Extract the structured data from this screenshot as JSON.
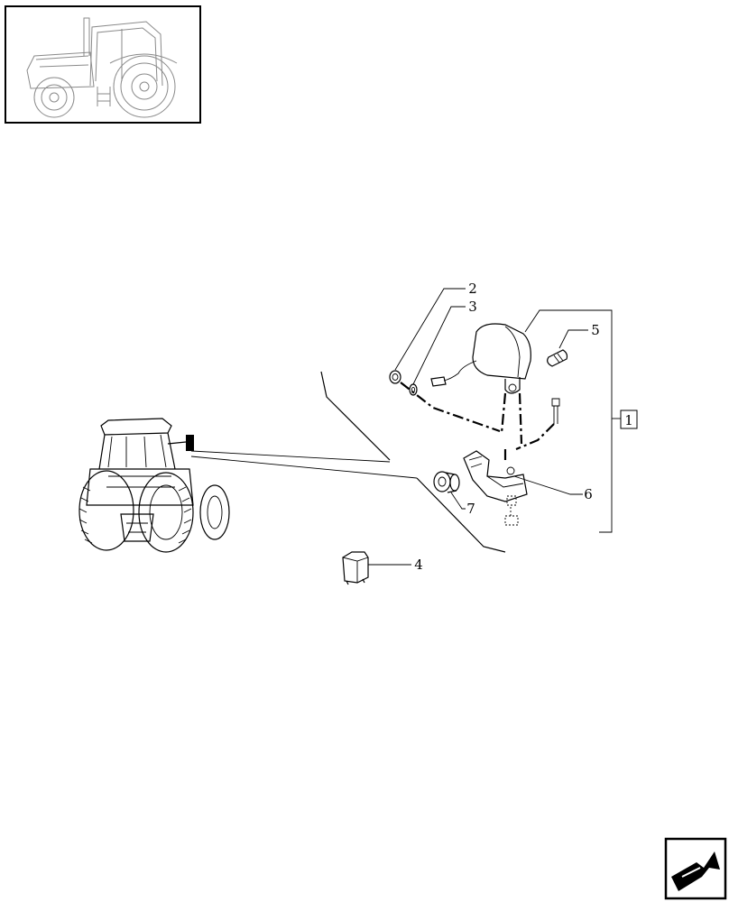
{
  "callouts": {
    "c1": "1",
    "c2": "2",
    "c3": "3",
    "c4": "4",
    "c5": "5",
    "c6": "6",
    "c7": "7"
  },
  "icons": {
    "thumbnail": "tractor-side-view-thumbnail",
    "tractor": "tractor-rear-view-icon",
    "nav": "next-page-arrow-icon"
  }
}
